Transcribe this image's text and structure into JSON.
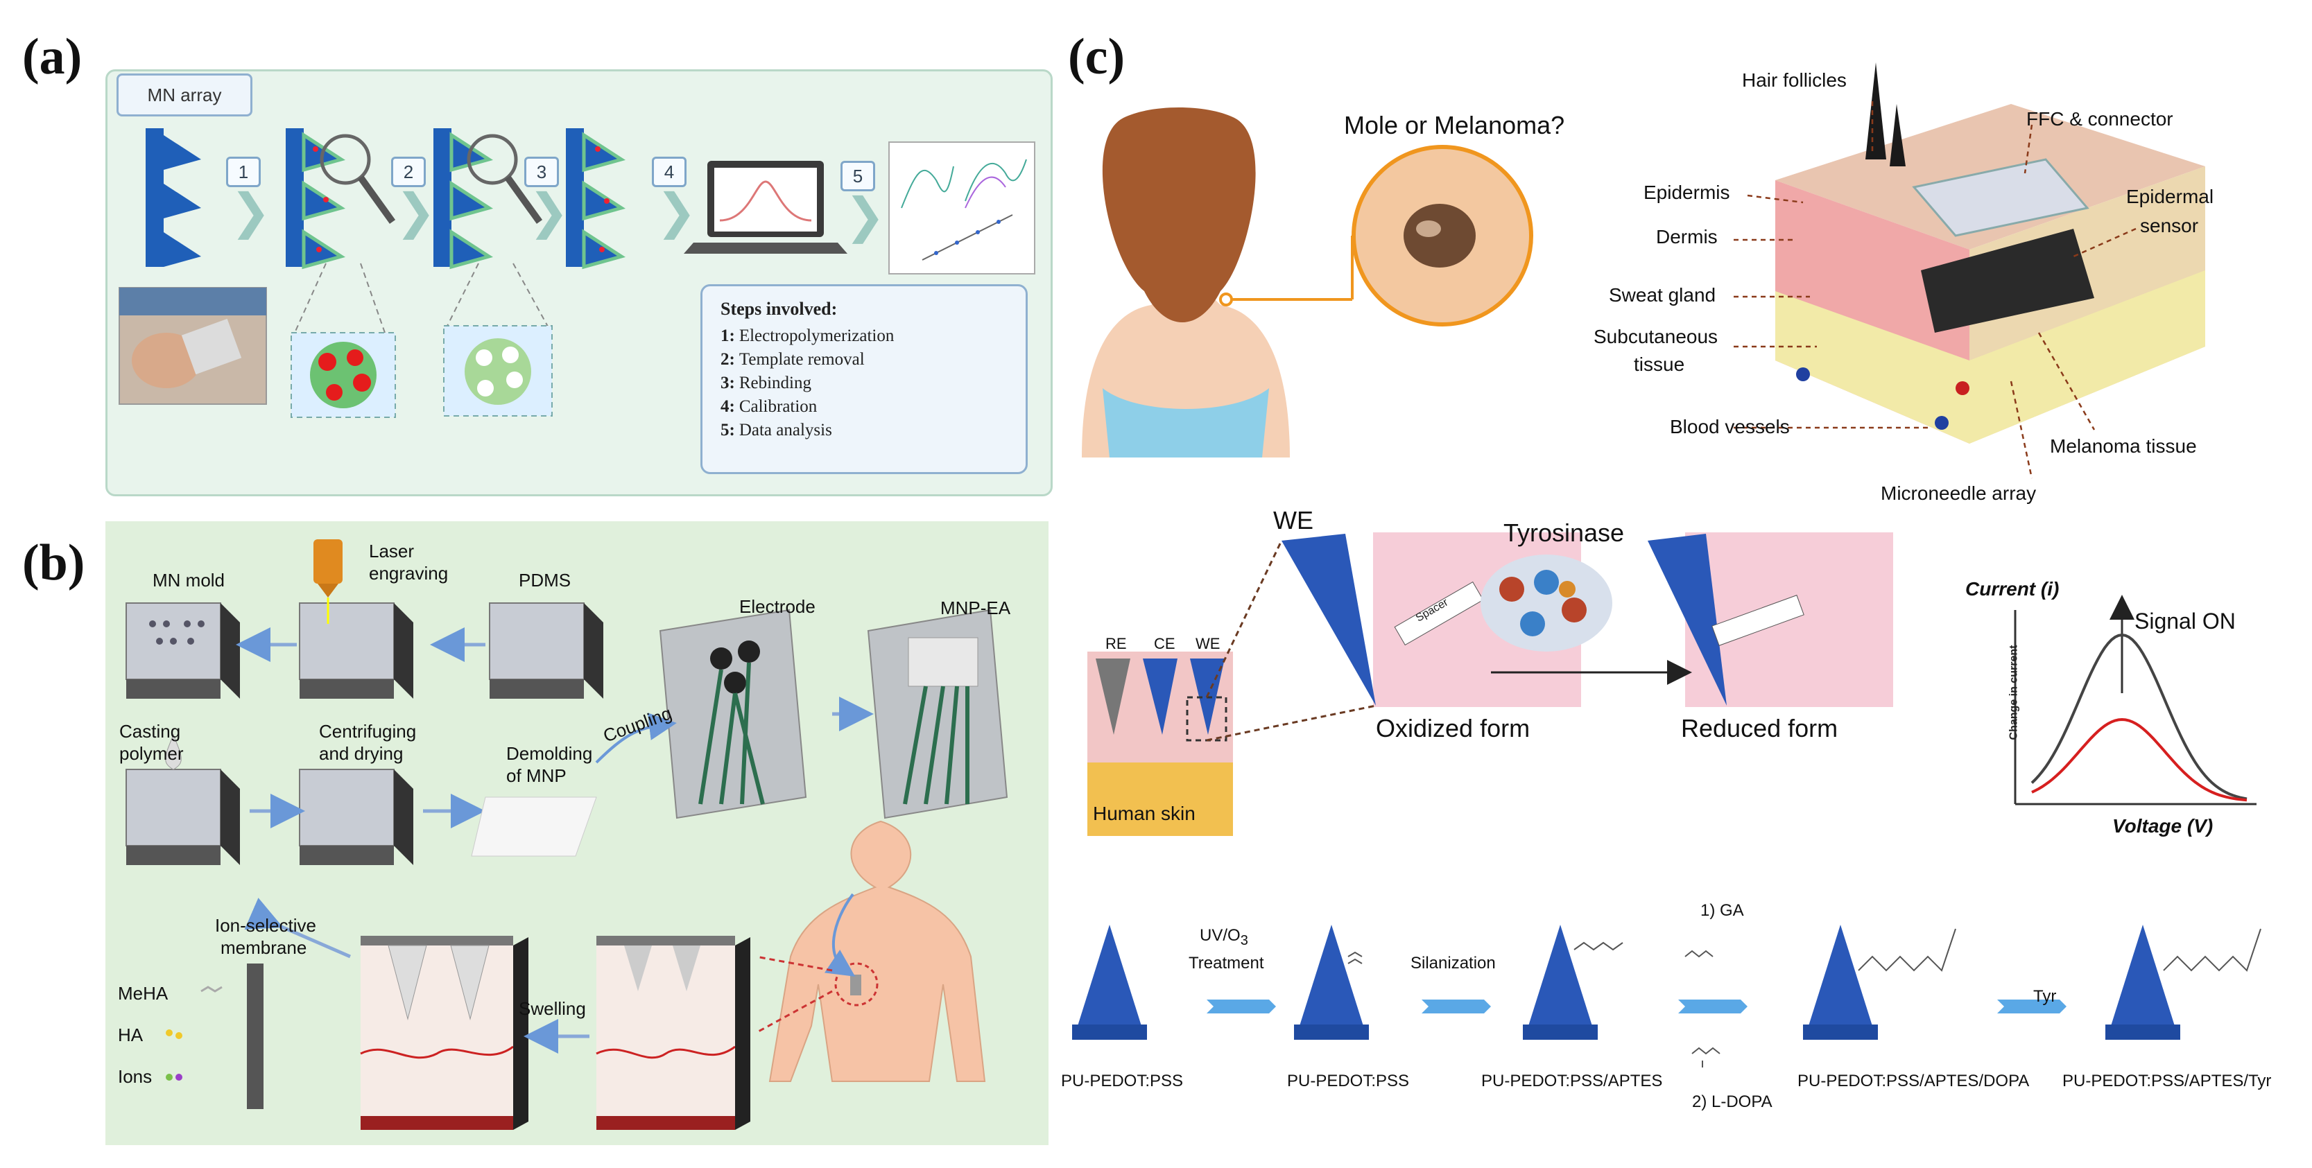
{
  "panel_labels": {
    "a": "(a)",
    "b": "(b)",
    "c": "(c)"
  },
  "panel_a": {
    "mn_array_label": "MN array",
    "step_numbers": [
      "1",
      "2",
      "3",
      "4",
      "5"
    ],
    "steps_box": {
      "heading": "Steps involved:",
      "items": [
        {
          "num": "1:",
          "text": "Electropolymerization"
        },
        {
          "num": "2:",
          "text": "Template removal"
        },
        {
          "num": "3:",
          "text": "Rebinding"
        },
        {
          "num": "4:",
          "text": "Calibration"
        },
        {
          "num": "5:",
          "text": "Data analysis"
        }
      ]
    }
  },
  "panel_b": {
    "mn_mold": "MN mold",
    "laser": "Laser",
    "engraving": "engraving",
    "pdms": "PDMS",
    "electrode": "Electrode",
    "mnp_ea": "MNP-EA",
    "casting": "Casting",
    "polymer": "polymer",
    "centrifuging": "Centrifuging",
    "and_drying": "and drying",
    "demolding": "Demolding",
    "of_mnp": "of MNP",
    "coupling": "Coupling",
    "ion_selective": "Ion-selective",
    "membrane": "membrane",
    "meha": "MeHA",
    "ha": "HA",
    "ions": "Ions",
    "swelling": "Swelling"
  },
  "panel_c": {
    "mole_question": "Mole or Melanoma?",
    "hair_follicles": "Hair follicles",
    "ffc_connector": "FFC & connector",
    "epidermis": "Epidermis",
    "epidermal": "Epidermal",
    "sensor": "sensor",
    "dermis": "Dermis",
    "sweat_gland": "Sweat gland",
    "subcutaneous": "Subcutaneous",
    "tissue": "tissue",
    "blood_vessels": "Blood vessels",
    "melanoma_tissue": "Melanoma tissue",
    "microneedle_array": "Microneedle array",
    "we": "WE",
    "tyrosinase": "Tyrosinase",
    "re": "RE",
    "ce": "CE",
    "we_small": "WE",
    "spacer": "Spacer",
    "oxidized_form": "Oxidized form",
    "reduced_form": "Reduced form",
    "human_skin": "Human skin",
    "current_axis": "Current (i)",
    "signal_on": "Signal ON",
    "change_in_current": "Change in current",
    "voltage_axis": "Voltage (V)",
    "uvo3_line1": "UV/O",
    "uvo3_sub": "3",
    "uvo3_line2": "Treatment",
    "silanization": "Silanization",
    "ga": "1) GA",
    "ldopa": "2) L-DOPA",
    "tyr": "Tyr",
    "stages": [
      "PU-PEDOT:PSS",
      "PU-PEDOT:PSS",
      "PU-PEDOT:PSS/APTES",
      "PU-PEDOT:PSS/APTES/DOPA",
      "PU-PEDOT:PSS/APTES/Tyr"
    ]
  },
  "colors": {
    "needle_blue": "#1f5fb8",
    "cone_blue": "#2a58b8",
    "panel_a_bg": "#e8f4ec",
    "panel_b_bg": "#e0f0dc",
    "skin_pink": "#f2c9d2",
    "orange": "#f0961e",
    "curve_dark": "#444444",
    "curve_red": "#d61f1f",
    "arrow_blue": "#5aa8e6"
  }
}
